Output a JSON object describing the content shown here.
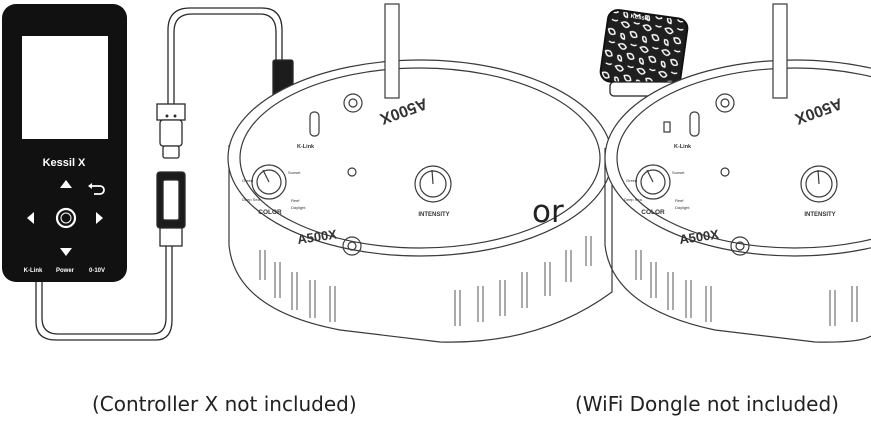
{
  "controller": {
    "brand_logo": "Kessil X",
    "port_labels": [
      "K-Link",
      "Power",
      "0-10V"
    ]
  },
  "light_left": {
    "model_logo": "A500X",
    "port_label": "K-Link",
    "color_knob": {
      "label": "COLOR",
      "scale": [
        "Green",
        "Deep Sea",
        "Reef",
        "Daylight",
        "Sunset"
      ]
    },
    "intensity_knob": {
      "label": "INTENSITY"
    }
  },
  "light_right": {
    "model_logo": "A500X",
    "port_label": "K-Link",
    "color_knob": {
      "label": "COLOR",
      "scale": [
        "Green",
        "Deep Sea",
        "Reef",
        "Daylight",
        "Sunset"
      ]
    },
    "intensity_knob": {
      "label": "INTENSITY"
    }
  },
  "dongle": {
    "brand_logo": "Kessil"
  },
  "separator": "or",
  "captions": {
    "left": "(Controller X not included)",
    "right": "(WiFi Dongle not included)"
  },
  "colors": {
    "line": "#2a2a2a",
    "arrow": "#2f8f8a",
    "dongle_body": "#1f1f1f"
  }
}
